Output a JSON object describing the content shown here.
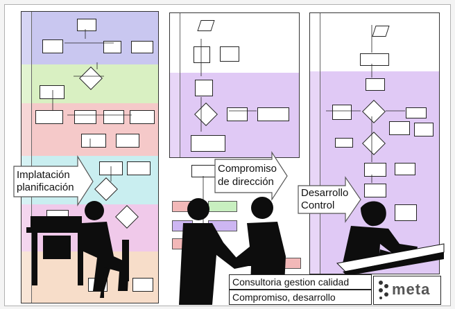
{
  "callouts": {
    "left": "Implatación\nplanificación",
    "middle": "Compromiso\nde dirección",
    "right": "Desarrollo\nControl"
  },
  "footer": {
    "line1": "Consultoria gestion calidad",
    "line2": "Compromiso, desarrollo",
    "logo": "meta"
  },
  "colors": {
    "lane_blue": "#c9c7f0",
    "lane_green": "#d9f0c2",
    "lane_pink": "#f5c9c9",
    "lane_cyan": "#c9eef0",
    "lane_magenta": "#f0c9ea",
    "lane_peach": "#f7ddc9",
    "lavender": "#e0c9f5",
    "legend_red": "#f2b8b8",
    "legend_green": "#c8efc0",
    "legend_purple": "#cdb6f2",
    "silhouette": "#0d0d0d"
  },
  "icons": [
    "arrow-callout-icon",
    "handshake-silhouette",
    "desk-worker-silhouette",
    "writing-person-silhouette",
    "meta-logo"
  ]
}
